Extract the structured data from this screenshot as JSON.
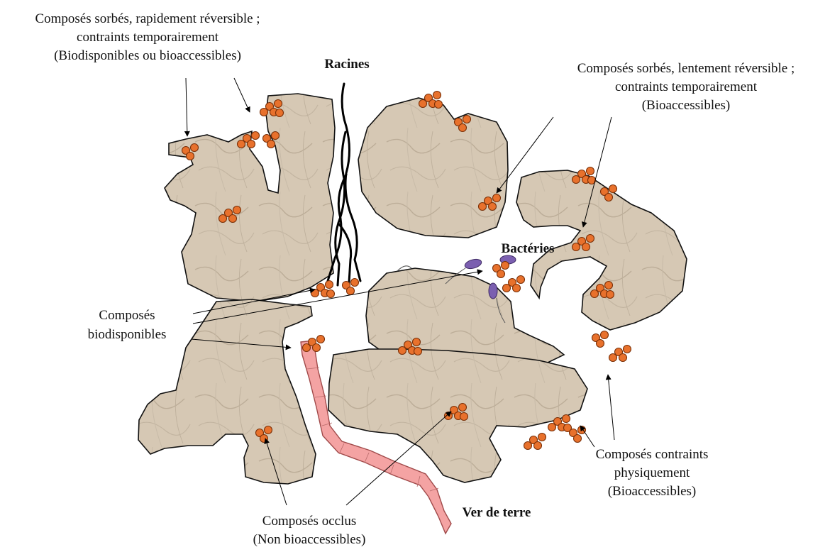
{
  "labels": {
    "sorbed_fast": {
      "line1": "Composés sorbés, rapidement réversible ;",
      "line2": "contraints temporairement",
      "line3": "(Biodisponibles ou bioaccessibles)"
    },
    "roots": "Racines",
    "sorbed_slow": {
      "line1": "Composés sorbés, lentement réversible ;",
      "line2": "contraints temporairement",
      "line3": "(Bioaccessibles)"
    },
    "bacteria": "Bactéries",
    "bioavailable": {
      "line1": "Composés",
      "line2": "biodisponibles"
    },
    "physical": {
      "line1": "Composés contraints",
      "line2": "physiquement",
      "line3": "(Bioaccessibles)"
    },
    "occluded": {
      "line1": "Composés occlus",
      "line2": "(Non bioaccessibles)"
    },
    "earthworm": "Ver de terre"
  },
  "colors": {
    "aggregate_fill": "#d6c8b4",
    "aggregate_vein": "#b8a894",
    "compound_fill": "#e8712c",
    "compound_stroke": "#7a3008",
    "earthworm_fill": "#f4a3a3",
    "earthworm_stroke": "#a04a4a",
    "bacteria_fill": "#7b5fb0",
    "bacteria_stroke": "#3e2a63",
    "root_stroke": "#000000"
  }
}
